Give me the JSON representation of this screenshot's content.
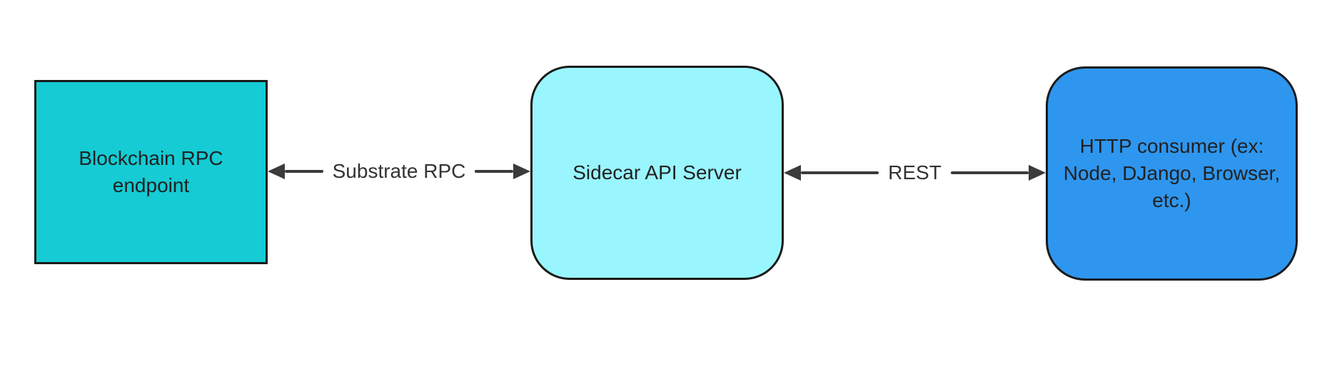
{
  "canvas": {
    "background_color": "#ffffff",
    "border_color": "#1a1a1a",
    "arrow_color": "#3b3b3b",
    "text_color": "#212121"
  },
  "diagram": {
    "type": "architecture-flow",
    "nodes": [
      {
        "id": "blockchain-rpc",
        "label": "Blockchain RPC endpoint",
        "shape": "rectangle",
        "fill": "#15CBD4",
        "border": "#1a1a1a"
      },
      {
        "id": "sidecar-api-server",
        "label": "Sidecar API Server",
        "shape": "rounded-rectangle",
        "fill": "#99F6FF",
        "border": "#1a1a1a"
      },
      {
        "id": "http-consumer",
        "label": "HTTP consumer (ex: Node, DJango, Browser, etc.)",
        "shape": "rounded-rectangle",
        "fill": "#2E96EF",
        "border": "#1a1a1a"
      }
    ],
    "edges": [
      {
        "id": "substrate-rpc-link",
        "label": "Substrate RPC",
        "from": "blockchain-rpc",
        "to": "sidecar-api-server",
        "direction": "bidirectional",
        "color": "#3b3b3b"
      },
      {
        "id": "rest-link",
        "label": "REST",
        "from": "sidecar-api-server",
        "to": "http-consumer",
        "direction": "bidirectional",
        "color": "#3b3b3b"
      }
    ]
  }
}
